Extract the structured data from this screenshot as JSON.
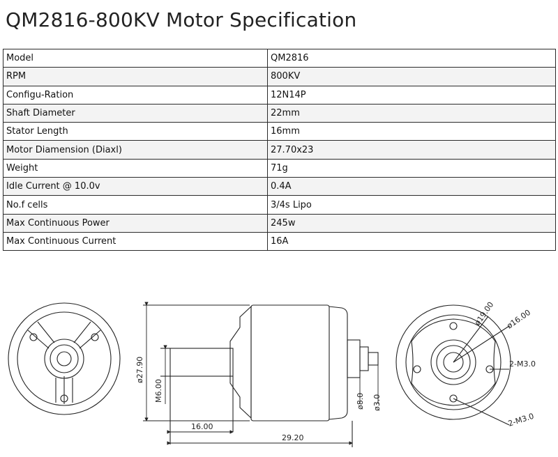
{
  "title": "QM2816-800KV Motor Specification",
  "specs": [
    {
      "label": "Model",
      "value": "QM2816"
    },
    {
      "label": "RPM",
      "value": "800KV"
    },
    {
      "label": "Configu-Ration",
      "value": "12N14P"
    },
    {
      "label": "Shaft Diameter",
      "value": "22mm"
    },
    {
      "label": "Stator Length",
      "value": "16mm"
    },
    {
      "label": "Motor Diamension (Diaxl)",
      "value": "27.70x23"
    },
    {
      "label": "Weight",
      "value": "71g"
    },
    {
      "label": "Idle Current @ 10.0v",
      "value": "0.4A"
    },
    {
      "label": "No.f cells",
      "value": "3/4s Lipo"
    },
    {
      "label": "Max Continuous Power",
      "value": "245w"
    },
    {
      "label": "Max Continuous Current",
      "value": "16A"
    }
  ],
  "drawing": {
    "dim_diameter": "ø27.90",
    "dim_thread": "M6.00",
    "dim_shaft_length": "16.00",
    "dim_total_length": "29.20",
    "dim_boss": "ø8.0",
    "dim_shaft": "ø3.0",
    "dim_outer_circle": "ø19.00",
    "dim_inner_circle": "ø16.00",
    "dim_holes_a": "2-M3.0",
    "dim_holes_b": "2-M3.0"
  }
}
